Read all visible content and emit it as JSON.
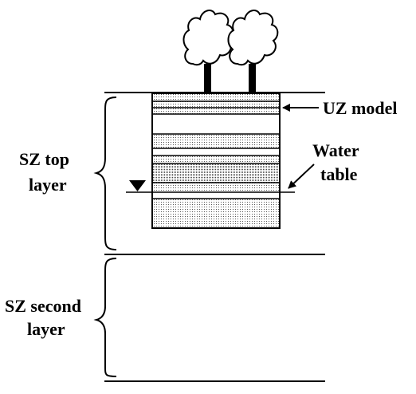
{
  "labels": {
    "uz_model": "UZ model",
    "water_line1": "Water",
    "water_line2": "table",
    "sz_top_line1": "SZ top",
    "sz_top_line2": "layer",
    "sz_second_line1": "SZ second",
    "sz_second_line2": "layer"
  },
  "colors": {
    "ink": "#000000",
    "background": "#ffffff",
    "stipple": "#555555"
  },
  "icons": [
    "tree-icon",
    "tree-icon",
    "water-table-triangle-icon",
    "arrow-icon",
    "arrow-icon"
  ]
}
